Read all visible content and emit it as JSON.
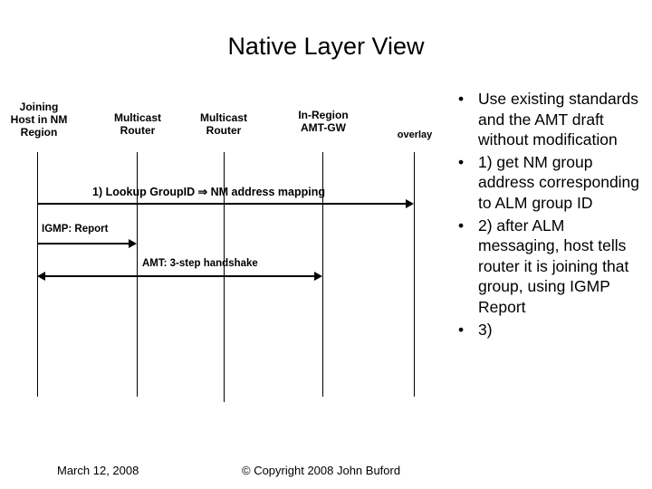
{
  "slide": {
    "title": "Native Layer View"
  },
  "diagram": {
    "lifelines": [
      {
        "label": "Joining\nHost in NM\nRegion",
        "label_line1": "Joining",
        "label_line2": "Host in NM",
        "label_line3": "Region"
      },
      {
        "label_line1": "Multicast",
        "label_line2": "Router"
      },
      {
        "label_line1": "Multicast",
        "label_line2": "Router"
      },
      {
        "label_line1": "In-Region",
        "label_line2": "AMT-GW"
      },
      {
        "label_line1": "overlay",
        "label_line2": ""
      }
    ],
    "messages": [
      {
        "label": "1) Lookup GroupID ⇒ NM address mapping",
        "direction": "right"
      },
      {
        "label": "IGMP: Report",
        "direction": "right"
      },
      {
        "label": "AMT: 3-step handshake",
        "direction": "both"
      }
    ]
  },
  "bullets": [
    {
      "marker": "•",
      "text": "Use existing standards and the AMT draft without modification"
    },
    {
      "marker": "•",
      "text": "1) get NM group address corresponding to ALM group ID"
    },
    {
      "marker": "•",
      "text": "2) after ALM messaging, host tells router it is joining that group, using IGMP Report"
    },
    {
      "marker": "•",
      "text": "3)"
    }
  ],
  "footer": {
    "date": "March 12, 2008",
    "copyright": "© Copyright 2008 John Buford"
  },
  "colors": {
    "ink": "#000000",
    "background": "#ffffff"
  }
}
